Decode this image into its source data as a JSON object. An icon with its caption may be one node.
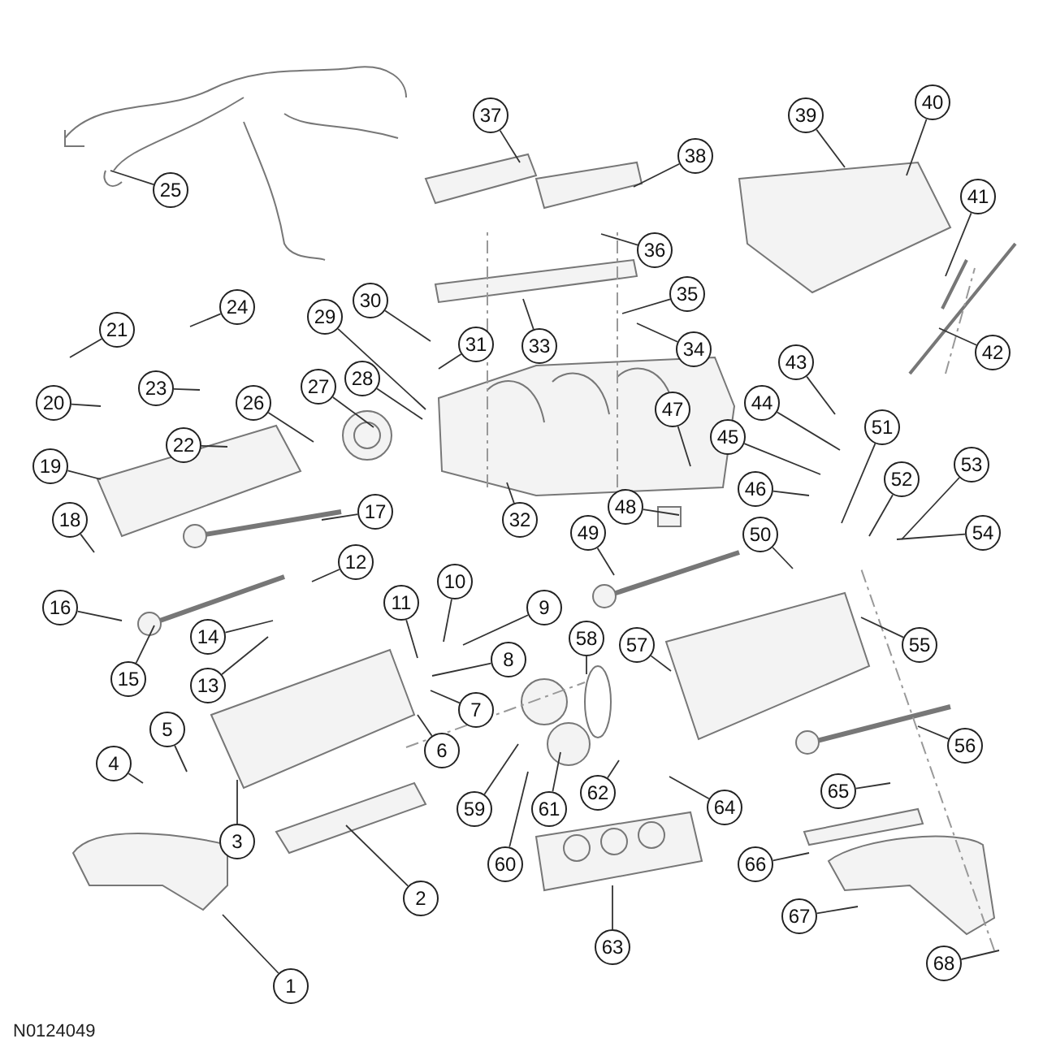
{
  "diagram": {
    "nodes": [
      {
        "text": [
          "1"
        ]
      },
      {
        "text": [
          "2"
        ]
      },
      {
        "text": [
          "3"
        ]
      },
      {
        "text": [
          "4"
        ]
      },
      {
        "text": [
          "5"
        ]
      },
      {
        "text": [
          "6"
        ]
      },
      {
        "text": [
          "7"
        ]
      },
      {
        "text": [
          "8"
        ]
      },
      {
        "text": [
          "9"
        ]
      },
      {
        "text": [
          "10"
        ]
      },
      {
        "text": [
          "11"
        ]
      },
      {
        "text": [
          "12"
        ]
      },
      {
        "text": [
          "13"
        ]
      },
      {
        "text": [
          "14"
        ]
      },
      {
        "text": [
          "15"
        ]
      },
      {
        "text": [
          "16"
        ]
      },
      {
        "text": [
          "17"
        ]
      },
      {
        "text": [
          "18"
        ]
      },
      {
        "text": [
          "19"
        ]
      },
      {
        "text": [
          "20"
        ]
      },
      {
        "text": [
          "21"
        ]
      },
      {
        "text": [
          "22"
        ]
      },
      {
        "text": [
          "23"
        ]
      },
      {
        "text": [
          "24"
        ]
      },
      {
        "text": [
          "25"
        ]
      },
      {
        "text": [
          "26"
        ]
      },
      {
        "text": [
          "27"
        ]
      },
      {
        "text": [
          "28"
        ]
      },
      {
        "text": [
          "29"
        ]
      },
      {
        "text": [
          "30"
        ]
      },
      {
        "text": [
          "31"
        ]
      },
      {
        "text": [
          "32"
        ]
      },
      {
        "text": [
          "33"
        ]
      },
      {
        "text": [
          "34"
        ]
      },
      {
        "text": [
          "35"
        ]
      },
      {
        "text": [
          "36"
        ]
      },
      {
        "text": [
          "37"
        ]
      },
      {
        "text": [
          "38"
        ]
      },
      {
        "text": [
          "39"
        ]
      },
      {
        "text": [
          "40"
        ]
      },
      {
        "text": [
          "41"
        ]
      },
      {
        "text": [
          "42"
        ]
      },
      {
        "text": [
          "43"
        ]
      },
      {
        "text": [
          "44"
        ]
      },
      {
        "text": [
          "45"
        ]
      },
      {
        "text": [
          "46"
        ]
      },
      {
        "text": [
          "47"
        ]
      },
      {
        "text": [
          "48"
        ]
      },
      {
        "text": [
          "49"
        ]
      },
      {
        "text": [
          "50"
        ]
      },
      {
        "text": [
          "51"
        ]
      },
      {
        "text": [
          "52"
        ]
      },
      {
        "text": [
          "53"
        ]
      },
      {
        "text": [
          "54"
        ]
      },
      {
        "text": [
          "55"
        ]
      },
      {
        "text": [
          "56"
        ]
      },
      {
        "text": [
          "57"
        ]
      },
      {
        "text": [
          "58"
        ]
      },
      {
        "text": [
          "59"
        ]
      },
      {
        "text": [
          "60"
        ]
      },
      {
        "text": [
          "61"
        ]
      },
      {
        "text": [
          "62"
        ]
      },
      {
        "text": [
          "63"
        ]
      },
      {
        "text": [
          "64"
        ]
      },
      {
        "text": [
          "65"
        ]
      },
      {
        "text": [
          "66"
        ]
      },
      {
        "text": [
          "67"
        ]
      },
      {
        "text": [
          "68"
        ]
      }
    ],
    "edges": [
      {
        "from": 0,
        "to": null,
        "arrow": "none"
      },
      {
        "from": 1,
        "to": null,
        "arrow": "none"
      },
      {
        "from": 2,
        "to": null,
        "arrow": "none"
      },
      {
        "from": 3,
        "to": null,
        "arrow": "none"
      },
      {
        "from": 4,
        "to": null,
        "arrow": "none"
      },
      {
        "from": 5,
        "to": null,
        "arrow": "none"
      },
      {
        "from": 6,
        "to": null,
        "arrow": "none"
      },
      {
        "from": 7,
        "to": null,
        "arrow": "none"
      },
      {
        "from": 8,
        "to": null,
        "arrow": "none"
      },
      {
        "from": 9,
        "to": null,
        "arrow": "none"
      },
      {
        "from": 10,
        "to": null,
        "arrow": "none"
      },
      {
        "from": 11,
        "to": null,
        "arrow": "none"
      },
      {
        "from": 12,
        "to": null,
        "arrow": "none"
      },
      {
        "from": 13,
        "to": null,
        "arrow": "none"
      },
      {
        "from": 14,
        "to": null,
        "arrow": "none"
      },
      {
        "from": 15,
        "to": null,
        "arrow": "none"
      },
      {
        "from": 16,
        "to": null,
        "arrow": "none"
      },
      {
        "from": 17,
        "to": null,
        "arrow": "none"
      },
      {
        "from": 18,
        "to": null,
        "arrow": "none"
      },
      {
        "from": 19,
        "to": null,
        "arrow": "none"
      },
      {
        "from": 20,
        "to": null,
        "arrow": "none"
      },
      {
        "from": 21,
        "to": null,
        "arrow": "none"
      },
      {
        "from": 22,
        "to": null,
        "arrow": "none"
      },
      {
        "from": 23,
        "to": null,
        "arrow": "none"
      },
      {
        "from": 24,
        "to": null,
        "arrow": "none"
      },
      {
        "from": 25,
        "to": null,
        "arrow": "none"
      },
      {
        "from": 26,
        "to": null,
        "arrow": "none"
      },
      {
        "from": 27,
        "to": null,
        "arrow": "none"
      },
      {
        "from": 28,
        "to": null,
        "arrow": "none"
      },
      {
        "from": 29,
        "to": null,
        "arrow": "none"
      },
      {
        "from": 30,
        "to": null,
        "arrow": "none"
      },
      {
        "from": 31,
        "to": null,
        "arrow": "none"
      },
      {
        "from": 32,
        "to": null,
        "arrow": "none"
      },
      {
        "from": 33,
        "to": null,
        "arrow": "none"
      },
      {
        "from": 34,
        "to": null,
        "arrow": "none"
      },
      {
        "from": 35,
        "to": null,
        "arrow": "none"
      },
      {
        "from": 36,
        "to": null,
        "arrow": "none"
      },
      {
        "from": 37,
        "to": null,
        "arrow": "none"
      },
      {
        "from": 38,
        "to": null,
        "arrow": "none"
      },
      {
        "from": 39,
        "to": null,
        "arrow": "none"
      },
      {
        "from": 40,
        "to": null,
        "arrow": "none"
      },
      {
        "from": 41,
        "to": null,
        "arrow": "none"
      },
      {
        "from": 42,
        "to": null,
        "arrow": "none"
      },
      {
        "from": 43,
        "to": null,
        "arrow": "none"
      },
      {
        "from": 44,
        "to": null,
        "arrow": "none"
      },
      {
        "from": 45,
        "to": null,
        "arrow": "none"
      },
      {
        "from": 46,
        "to": null,
        "arrow": "none"
      },
      {
        "from": 47,
        "to": null,
        "arrow": "none"
      },
      {
        "from": 48,
        "to": null,
        "arrow": "none"
      },
      {
        "from": 49,
        "to": null,
        "arrow": "none"
      },
      {
        "from": 50,
        "to": null,
        "arrow": "none"
      },
      {
        "from": 51,
        "to": null,
        "arrow": "none"
      },
      {
        "from": 52,
        "to": null,
        "arrow": "none"
      },
      {
        "from": 53,
        "to": null,
        "arrow": "none"
      },
      {
        "from": 54,
        "to": null,
        "arrow": "none"
      },
      {
        "from": 55,
        "to": null,
        "arrow": "none"
      },
      {
        "from": 56,
        "to": null,
        "arrow": "none"
      },
      {
        "from": 57,
        "to": null,
        "arrow": "none"
      },
      {
        "from": 58,
        "to": null,
        "arrow": "none"
      },
      {
        "from": 59,
        "to": null,
        "arrow": "none"
      },
      {
        "from": 60,
        "to": null,
        "arrow": "none"
      },
      {
        "from": 61,
        "to": null,
        "arrow": "none"
      },
      {
        "from": 62,
        "to": null,
        "arrow": "none"
      },
      {
        "from": 63,
        "to": null,
        "arrow": "none"
      },
      {
        "from": 64,
        "to": null,
        "arrow": "none"
      },
      {
        "from": 65,
        "to": null,
        "arrow": "none"
      },
      {
        "from": 66,
        "to": null,
        "arrow": "none"
      },
      {
        "from": 67,
        "to": null,
        "arrow": "none"
      }
    ],
    "labels": [
      "N0124049"
    ]
  }
}
